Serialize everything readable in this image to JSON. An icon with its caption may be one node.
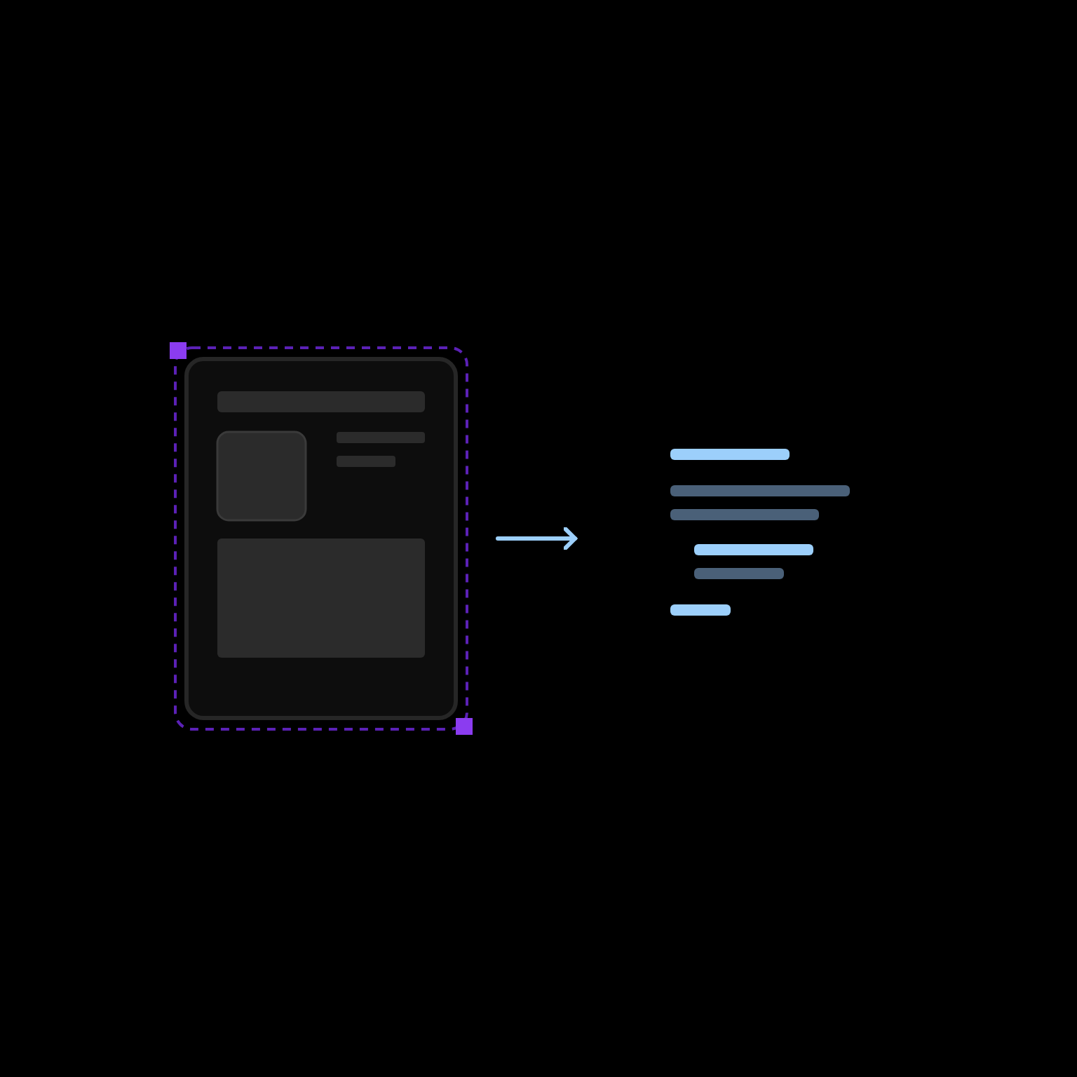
{
  "diagram": {
    "nodes": [
      {
        "text": [],
        "shape": "box"
      },
      {
        "text": [],
        "shape": "bar"
      }
    ],
    "edges": [
      {
        "from": 0,
        "to": 1,
        "arrow": "to"
      }
    ]
  }
}
